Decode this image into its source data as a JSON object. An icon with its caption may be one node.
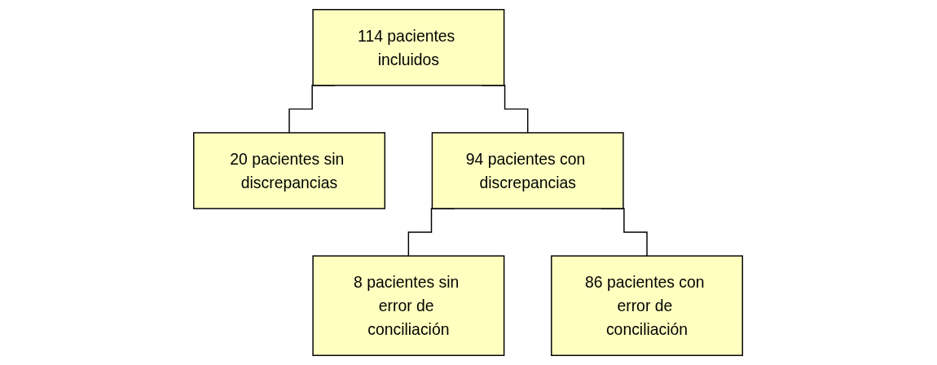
{
  "diagram": {
    "nodes": [
      {
        "text": [
          "114 pacientes incluidos"
        ]
      },
      {
        "text": [
          "20 pacientes sin discrepancias"
        ]
      },
      {
        "text": [
          "94 pacientes con discrepancias"
        ]
      },
      {
        "text": [
          "8 pacientes sin error de conciliación"
        ]
      },
      {
        "text": [
          "86 pacientes con error de conciliación"
        ]
      }
    ],
    "edges": [
      {
        "from": 0,
        "to": 1,
        "arrow": "none"
      },
      {
        "from": 0,
        "to": 2,
        "arrow": "none"
      },
      {
        "from": 2,
        "to": 3,
        "arrow": "none"
      },
      {
        "from": 2,
        "to": 4,
        "arrow": "none"
      }
    ]
  }
}
